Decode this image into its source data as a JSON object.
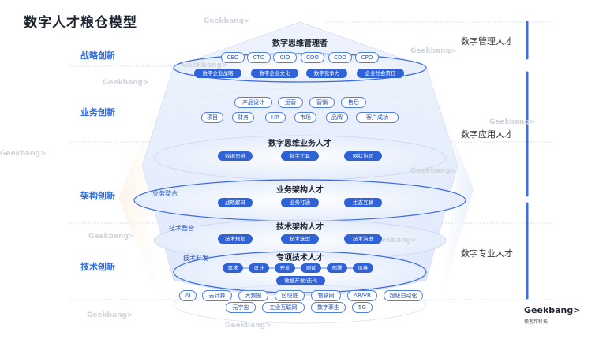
{
  "title": "数字人才粮仓模型",
  "levels": [
    "战略创新",
    "业务创新",
    "架构创新",
    "技术创新"
  ],
  "roles": [
    "数字管理人才",
    "数字应用人才",
    "数字专业人才"
  ],
  "management": {
    "header": "数字思维管理者",
    "roles": [
      "CEO",
      "CTO",
      "CIO",
      "COO",
      "CDO",
      "CPO"
    ],
    "topics": [
      "数字企业战略",
      "数字企业文化",
      "数字竞争力",
      "企业社会责任"
    ]
  },
  "business": {
    "row1": [
      "产品设计",
      "运营",
      "营销",
      "售后"
    ],
    "row2": [
      "项目",
      "财务",
      "HR",
      "市场",
      "品牌",
      "客户成功"
    ],
    "header": "数字思维业务人才",
    "items": [
      "数据思维",
      "数字工具",
      "网状协同"
    ]
  },
  "architecture": {
    "side_label": "业务整合",
    "header": "业务架构人才",
    "items": [
      "战略解码",
      "业务打通",
      "生态互联"
    ]
  },
  "tech_arch": {
    "side_label": "技术整合",
    "header": "技术架构人才",
    "items": [
      "技术规划",
      "技术选型",
      "技术演进"
    ]
  },
  "specialist": {
    "side_label": "技术开发",
    "header": "专项技术人才",
    "flow": [
      "需求",
      "设计",
      "开发",
      "测试",
      "部署",
      "运维"
    ],
    "agile": "敏捷开发/迭代"
  },
  "tech_base": {
    "row1": [
      "AI",
      "云计算",
      "大数据",
      "区块链",
      "物联网",
      "AR/VR",
      "超级自动化"
    ],
    "row2": [
      "元宇宙",
      "工业互联网",
      "数字孪生",
      "5G"
    ]
  },
  "brand": {
    "logo": "Geekbang>",
    "sub": "极客邦科技",
    "watermark": "Geekbang>"
  },
  "colors": {
    "accent": "#2f62d6",
    "level_text": "#2e6ee0",
    "bar": "#3d6fe6"
  }
}
